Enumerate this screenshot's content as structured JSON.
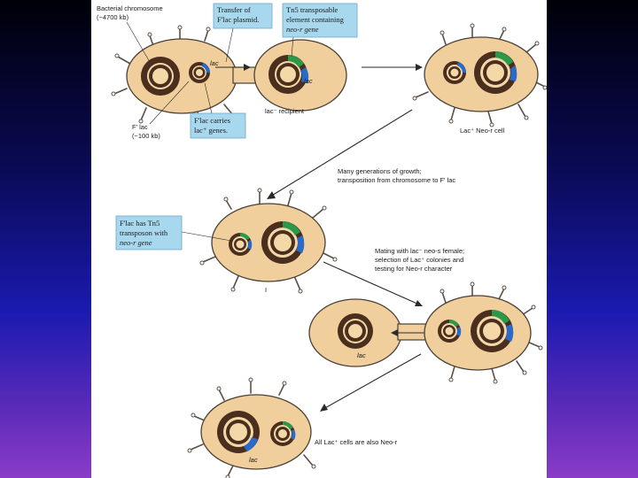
{
  "labels": {
    "bacterial_chromosome": [
      "Bacterial chromosome",
      "(~4700 kb)"
    ],
    "fplac_size": [
      "F' lac",
      "(~100 kb)"
    ],
    "lac_plus": "lac",
    "lac_minus": "lac",
    "lac_recipient": "lac⁻ recipient",
    "lac_neo_cell": "Lac⁺ Neo-r cell",
    "growth_caption": [
      "Many generations of growth;",
      "transposition from chromosome to F' lac"
    ],
    "mating_caption": [
      "Mating with lac⁻ neo-s female;",
      "selection of Lac⁺ colonies and",
      "testing for Neo-r character"
    ],
    "final_caption": "All Lac⁺ cells are also Neo-r",
    "tick_mark": "I"
  },
  "boxes": {
    "transfer": [
      "Transfer of",
      "F'lac plasmid."
    ],
    "tn5": [
      "Tn5 transposable",
      "element containing",
      "neo-r gene"
    ],
    "carries": [
      "F'lac carries",
      "lac⁺ genes."
    ],
    "has_tn5": [
      "F'lac has Tn5",
      "transposon with",
      "neo-r gene"
    ]
  },
  "colors": {
    "background_top": "#000008",
    "background_bottom": "#8a3cc8",
    "cell_fill": "#f1cf9c",
    "ring_dark": "#4a2e1e",
    "tn5_green": "#2a9a4a",
    "lac_blue": "#2a6ac8",
    "label_box": "#a8d8ee"
  }
}
